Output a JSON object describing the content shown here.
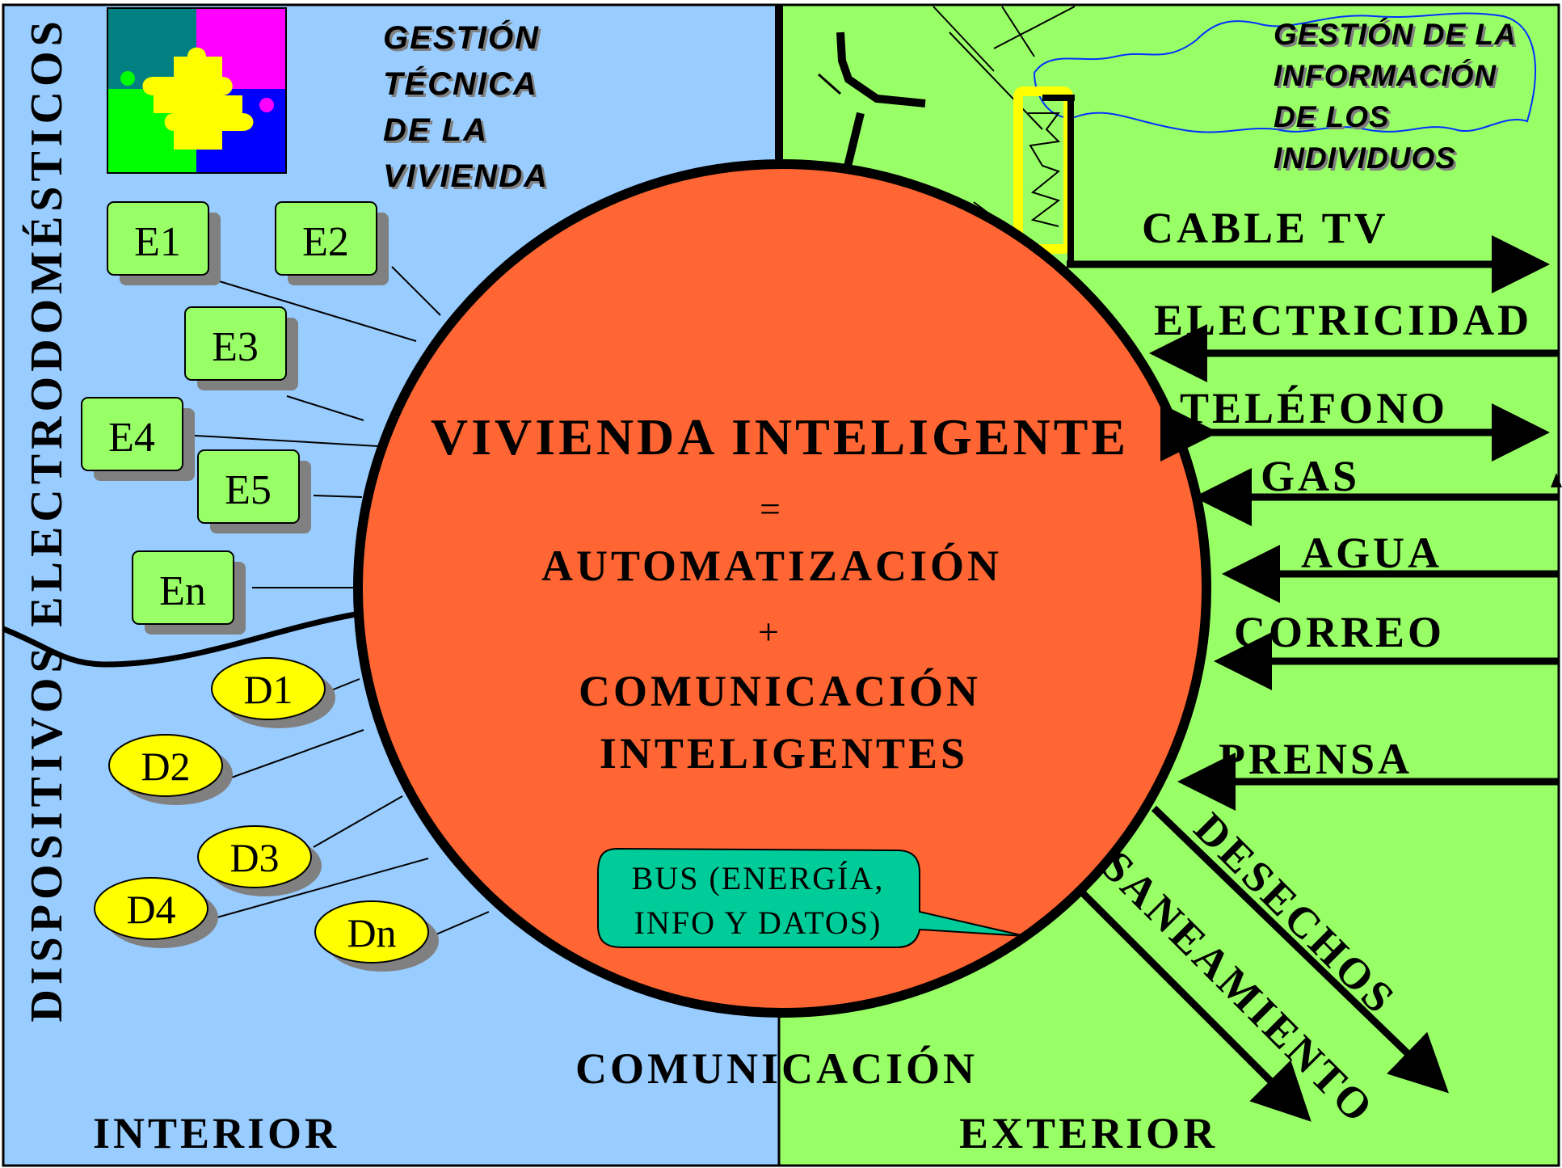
{
  "interior": {
    "color": "#99CCFF",
    "section_title": "GESTIÓN TÉCNICA DE LA VIVIENDA",
    "section_title_lines": [
      "GESTIÓN",
      "TÉCNICA",
      "DE LA",
      "VIVIENDA"
    ],
    "label": "INTERIOR",
    "vertical_labels": [
      "ELECTRODOMÉSTICOS",
      "DISPOSITIVOS"
    ],
    "appliances": [
      "E1",
      "E2",
      "E3",
      "E4",
      "E5",
      "En"
    ],
    "devices": [
      "D1",
      "D2",
      "D3",
      "D4",
      "Dn"
    ]
  },
  "exterior": {
    "color": "#99FF66",
    "section_title": "GESTIÓN DE LA INFORMACIÓN DE LOS INDIVIDUOS",
    "section_title_lines": [
      "GESTIÓN DE LA",
      "INFORMACIÓN",
      "DE LOS",
      "INDIVIDUOS"
    ],
    "label": "EXTERIOR",
    "services": [
      {
        "label": "CABLE TV",
        "direction": "outgoing"
      },
      {
        "label": "ELECTRICIDAD",
        "direction": "incoming"
      },
      {
        "label": "TELÉFONO",
        "direction": "bidirectional"
      },
      {
        "label": "GAS",
        "direction": "incoming"
      },
      {
        "label": "AGUA",
        "direction": "incoming"
      },
      {
        "label": "CORREO",
        "direction": "incoming"
      },
      {
        "label": "PRENSA",
        "direction": "incoming"
      }
    ],
    "outflows": [
      "DESECHOS",
      "SANEAMIENTO"
    ]
  },
  "center": {
    "color": "#FF6633",
    "lines": [
      "VIVIENDA INTELIGENTE",
      "=",
      "AUTOMATIZACIÓN",
      "+",
      "COMUNICACIÓN",
      "INTELIGENTES"
    ]
  },
  "bus_callout": {
    "color": "#00CC99",
    "lines": [
      "BUS (ENERGÍA,",
      "INFO Y DATOS)"
    ]
  },
  "bottom_label": "COMUNICACIÓN",
  "colors": {
    "appliance_box": "#99FF66",
    "device_ellipse": "#FFFF00",
    "puzzle": [
      "#008080",
      "#FF00FF",
      "#00FF00",
      "#0000FF",
      "#FFFF00"
    ],
    "outline": "#000000"
  },
  "icons": [
    "puzzle-icon",
    "map-icon"
  ]
}
